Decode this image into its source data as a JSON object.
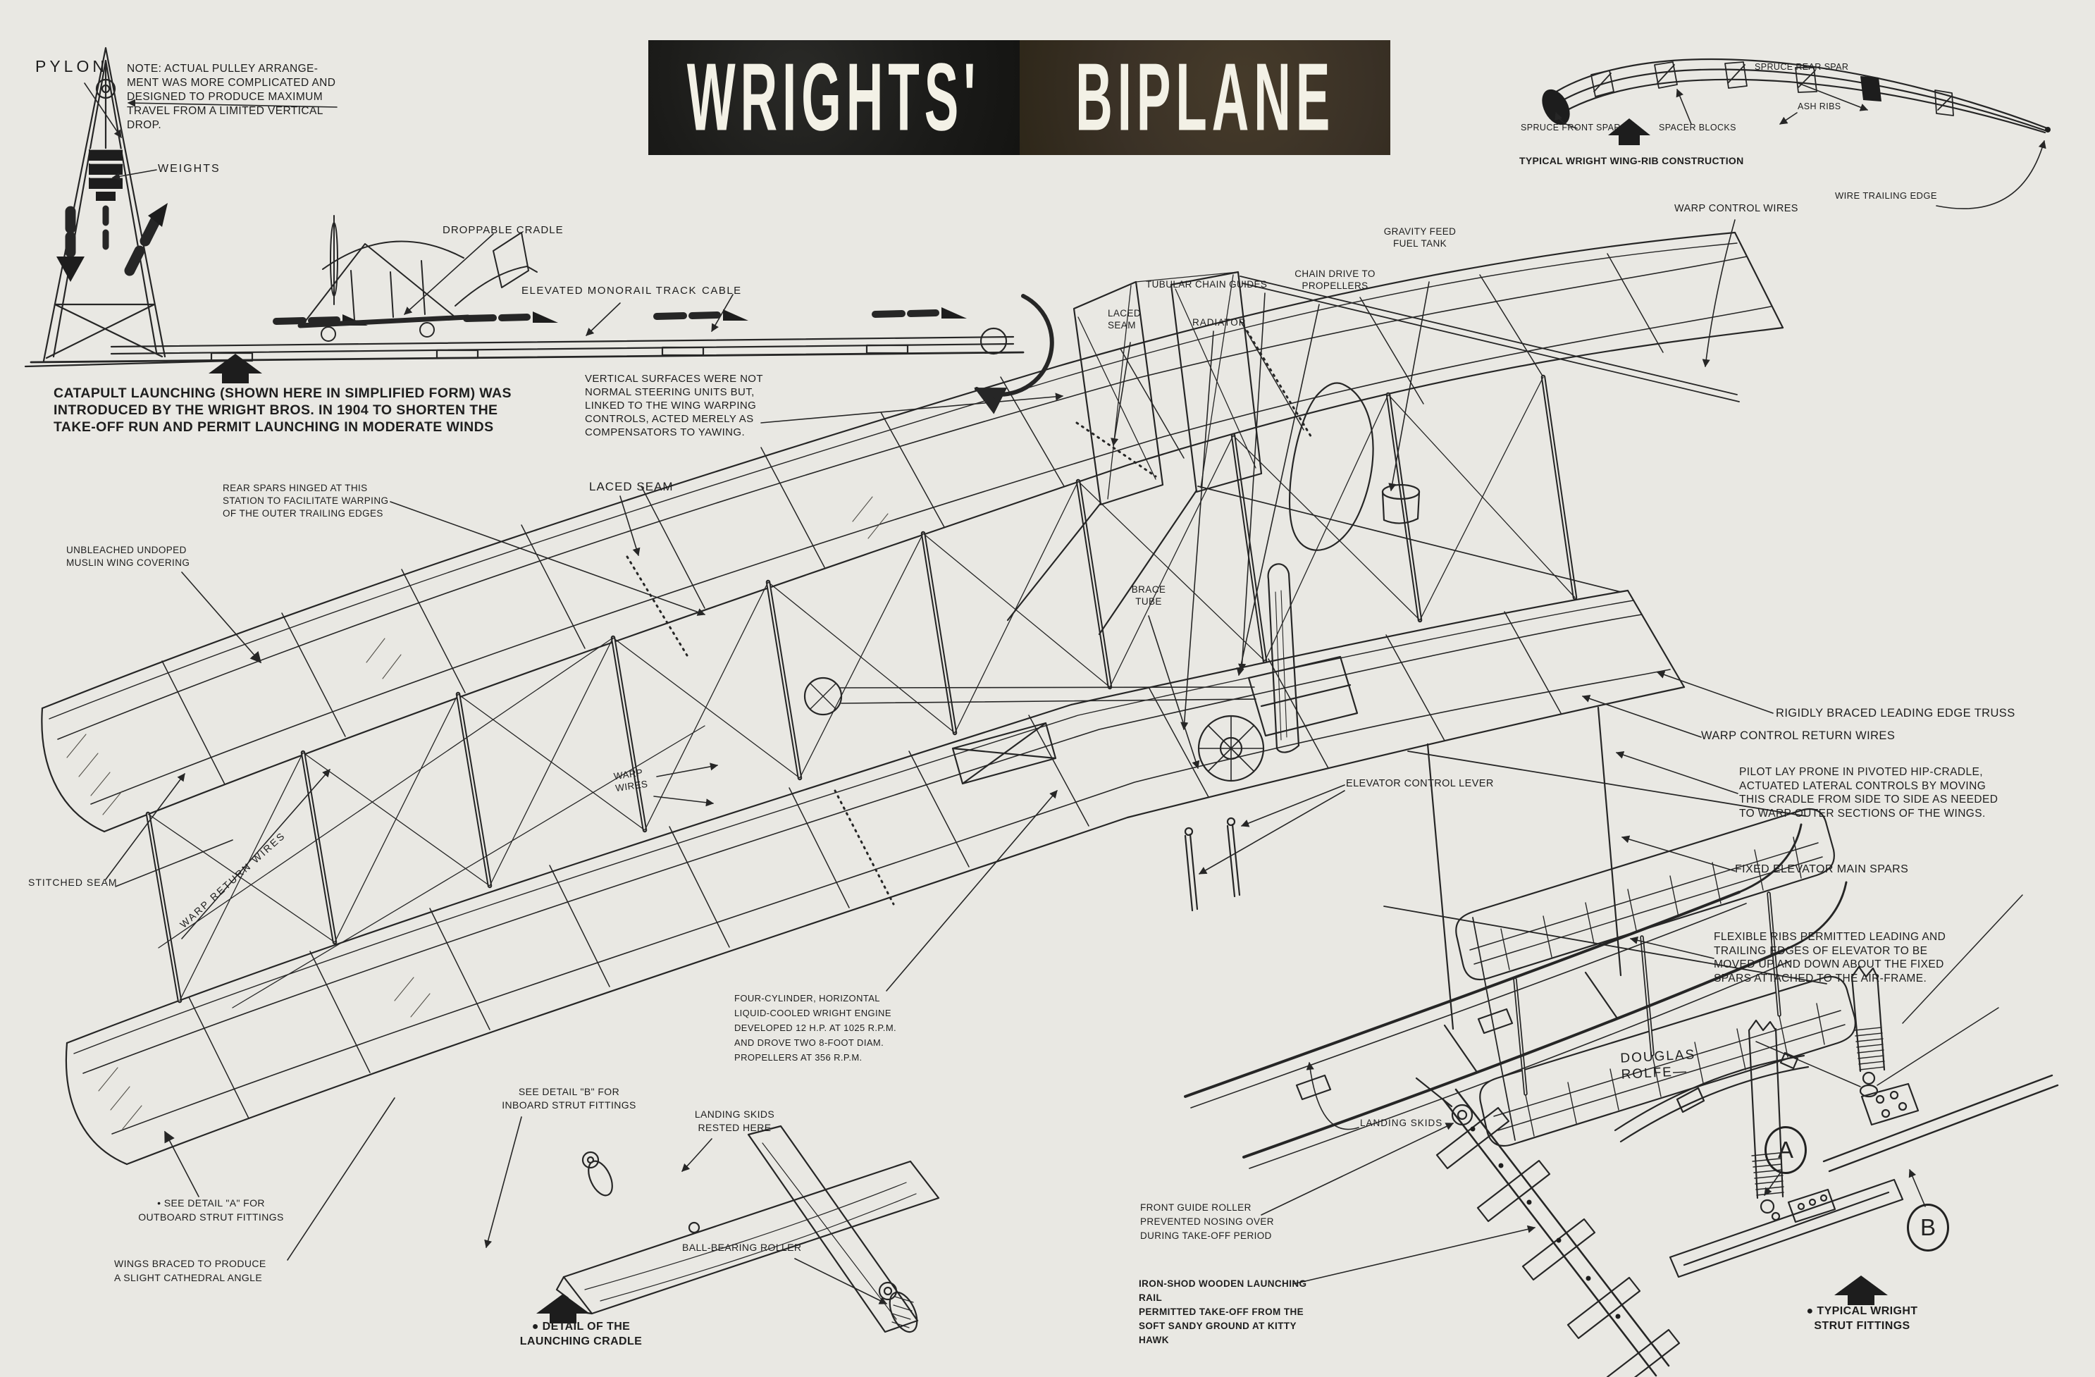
{
  "title": {
    "left": "WRIGHTS'",
    "right": "BIPLANE"
  },
  "colors": {
    "paper": "#e9e8e3",
    "ink": "#262626",
    "title_left_bg": "#1b1b19",
    "title_right_bg": "#3a3126",
    "title_text": "#f3f1e6"
  },
  "details": {
    "a": "A",
    "b": "B"
  },
  "labels": {
    "pylon": "PYLON",
    "pulley_note": "NOTE:  ACTUAL PULLEY ARRANGE-\nMENT WAS MORE COMPLICATED AND\nDESIGNED TO PRODUCE MAXIMUM\nTRAVEL FROM A LIMITED VERTICAL\nDROP.",
    "weights": "WEIGHTS",
    "catapult_caption": "CATAPULT LAUNCHING (SHOWN HERE IN SIMPLIFIED FORM) WAS\nINTRODUCED BY THE WRIGHT BROS. IN 1904 TO SHORTEN THE\nTAKE-OFF RUN AND PERMIT LAUNCHING IN MODERATE WINDS",
    "droppable_cradle": "DROPPABLE CRADLE",
    "elevated_monorail_track": "ELEVATED MONORAIL  TRACK",
    "cable": "CABLE",
    "vertical_surfaces_note": "VERTICAL SURFACES WERE NOT\nNORMAL STEERING UNITS BUT,\nLINKED TO THE WING WARPING\nCONTROLS, ACTED MERELY AS\nCOMPENSATORS TO YAWING.",
    "wingrib_caption": "TYPICAL WRIGHT WING-RIB CONSTRUCTION",
    "spruce_rear_spar": "SPRUCE REAR SPAR",
    "ash_ribs": "ASH RIBS",
    "spruce_front_spar": "SPRUCE FRONT SPAR",
    "spacer_blocks": "SPACER BLOCKS",
    "wire_trailing_edge": "WIRE TRAILING EDGE",
    "warp_control_wires": "WARP CONTROL WIRES",
    "gravity_feed_fuel_tank": "GRAVITY FEED\nFUEL TANK",
    "chain_drive": "CHAIN DRIVE TO\nPROPELLERS",
    "tubular_chain_guides": "TUBULAR CHAIN GUIDES",
    "radiator": "RADIATOR",
    "laced_seam_tail": "LACED\nSEAM",
    "laced_seam_wing": "LACED SEAM",
    "rear_spars_note": "REAR SPARS HINGED AT THIS\nSTATION TO FACILITATE WARPING\nOF THE OUTER TRAILING EDGES",
    "muslin_note": "UNBLEACHED UNDOPED\nMUSLIN WING COVERING",
    "stitched_seam": "STITCHED SEAM",
    "warp_return_wires": "WARP RETURN WIRES",
    "warp_wires": "WARP\nWIRES",
    "engine_note": "FOUR-CYLINDER, HORIZONTAL\nLIQUID-COOLED WRIGHT ENGINE\nDEVELOPED 12 H.P. AT 1025 R.P.M.\nAND DROVE  TWO 8-FOOT DIAM.\nPROPELLERS AT 356 R.P.M.",
    "see_detail_b": "SEE DETAIL \"B\" FOR\nINBOARD STRUT FITTINGS",
    "landing_skids_rested": "LANDING SKIDS\nRESTED HERE",
    "ball_bearing_roller": "BALL-BEARING ROLLER",
    "detail_launching_cradle": "● DETAIL OF  THE\nLAUNCHING CRADLE",
    "see_detail_a": "• SEE DETAIL \"A\" FOR\nOUTBOARD STRUT FITTINGS",
    "wings_braced": "WINGS BRACED TO PRODUCE\nA SLIGHT CATHEDRAL ANGLE",
    "rigidly_braced": "RIGIDLY BRACED LEADING EDGE TRUSS",
    "warp_control_return_wires": "WARP CONTROL RETURN WIRES",
    "pilot_note": "PILOT LAY PRONE IN PIVOTED HIP-CRADLE,\nACTUATED LATERAL CONTROLS BY MOVING\nTHIS CRADLE FROM SIDE TO SIDE AS NEEDED\nTO WARP OUTER SECTIONS OF THE WINGS.",
    "fixed_elevator_main_spars": "FIXED ELEVATOR MAIN SPARS",
    "flexible_ribs_note": "FLEXIBLE RIBS PERMITTED LEADING AND\nTRAILING EDGES OF ELEVATOR TO BE\nMOVED UP AND DOWN ABOUT THE FIXED\nSPARS ATTACHED TO THE AIR-FRAME.",
    "brace_tube": "BRACE\nTUBE",
    "elevator_control_lever": "ELEVATOR CONTROL LEVER",
    "landing_skids": "LANDING SKIDS",
    "front_guide_roller_note": "FRONT GUIDE ROLLER\nPREVENTED NOSING OVER\nDURING TAKE-OFF PERIOD",
    "iron_shod_note": "IRON-SHOD WOODEN LAUNCHING RAIL\nPERMITTED TAKE-OFF FROM THE\nSOFT SANDY GROUND AT KITTY HAWK",
    "signature": "DOUGLAS\nROLFE—",
    "typical_strut_fittings": "● TYPICAL WRIGHT\nSTRUT FITTINGS"
  }
}
